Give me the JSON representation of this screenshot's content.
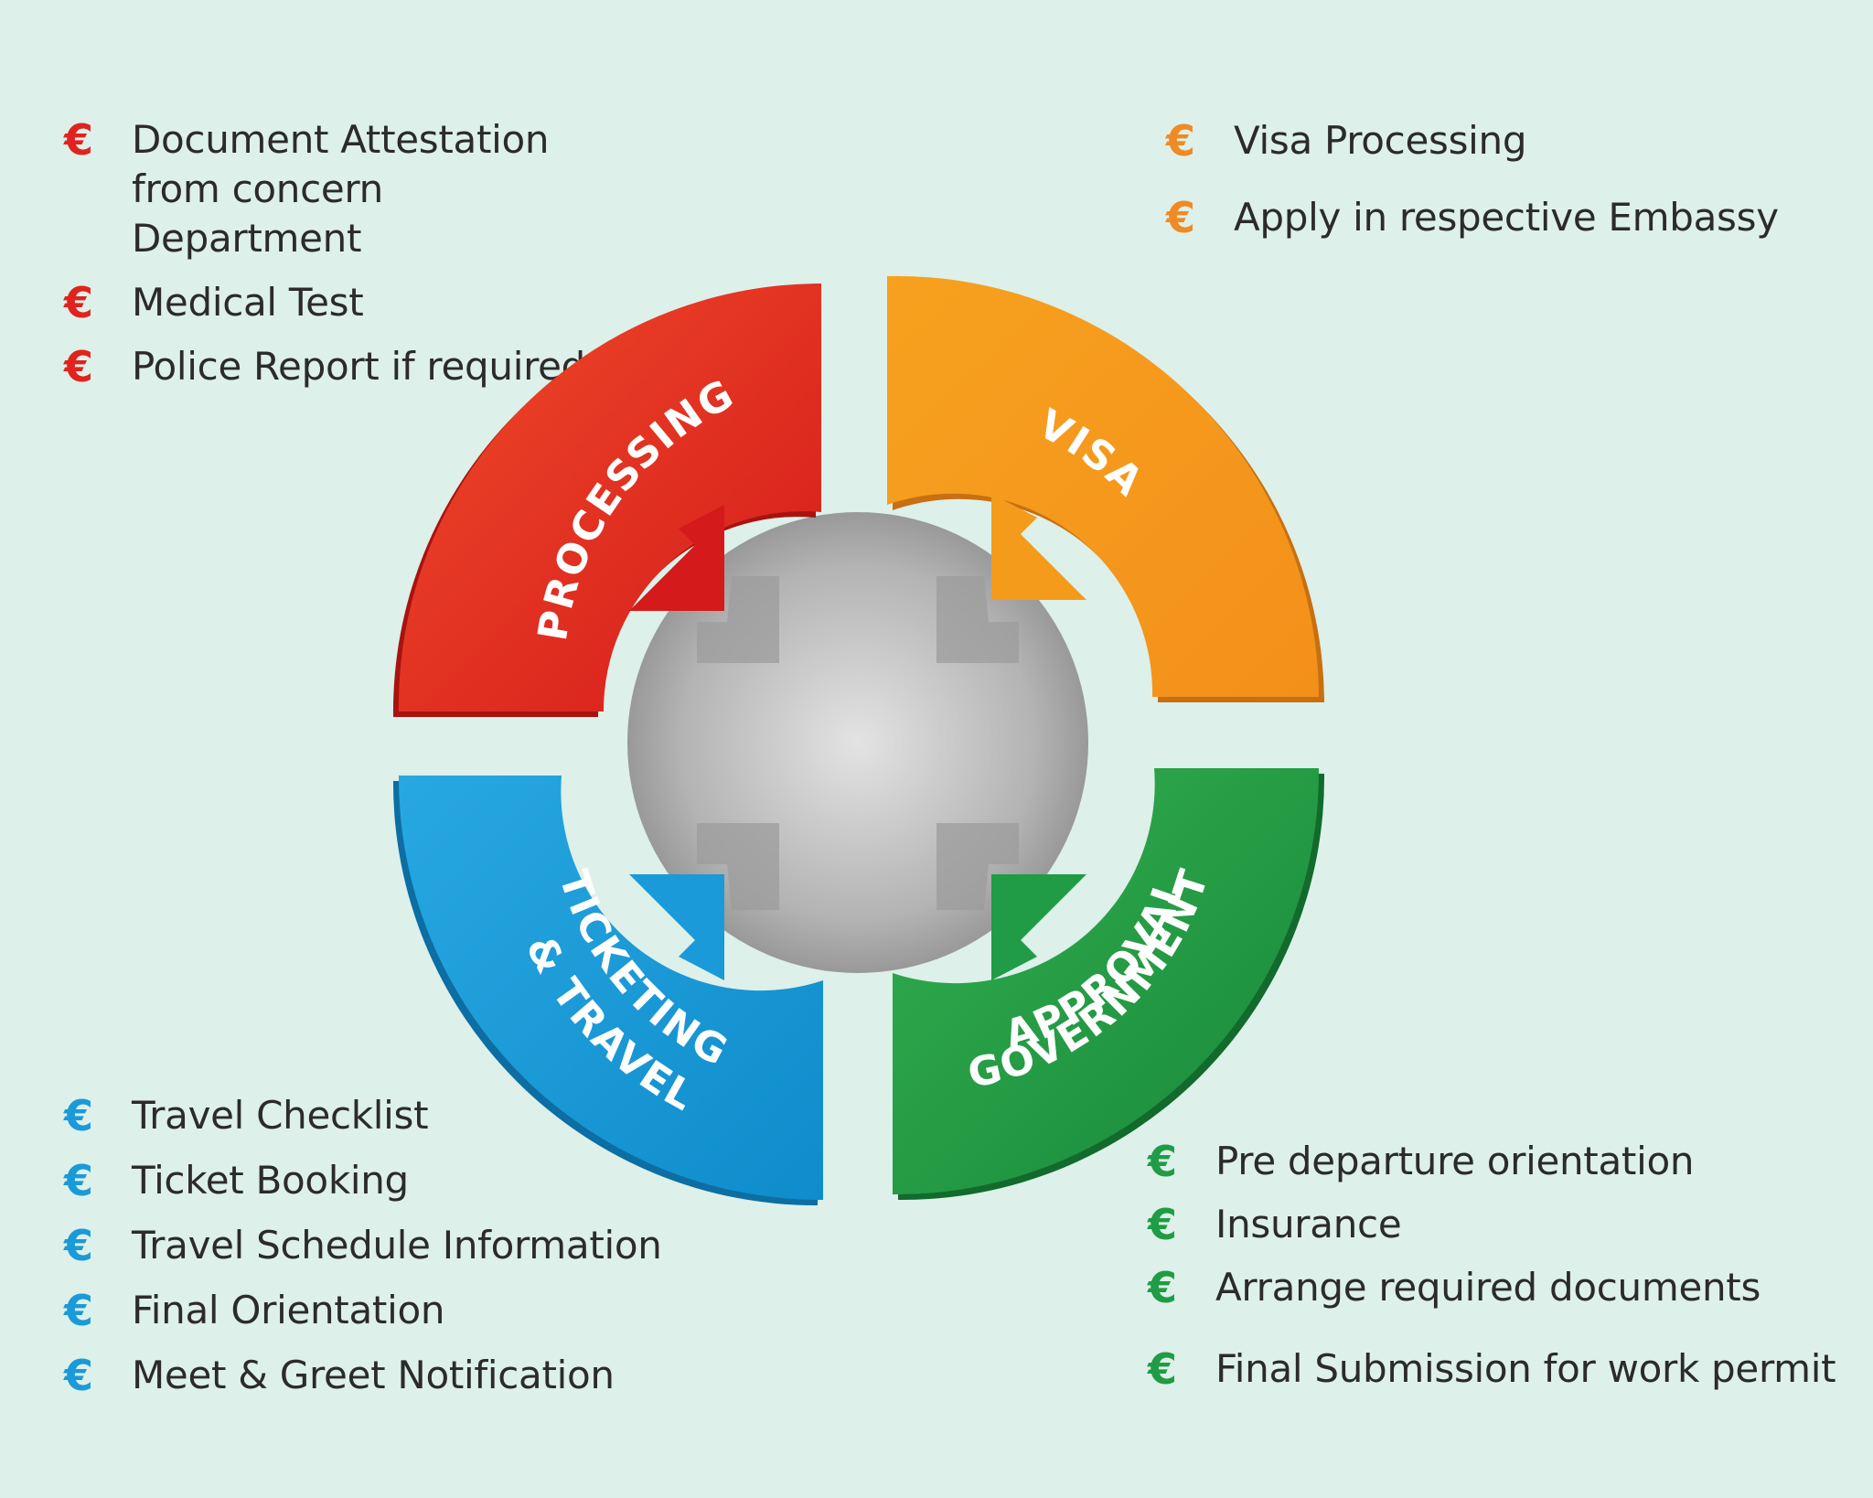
{
  "processing": {
    "title": "PROCESSING",
    "color": "#e3231f",
    "items": [
      "Document Attestation from concern Department",
      "Medical Test",
      "Police Report if required"
    ]
  },
  "visa": {
    "title": "VISA",
    "color": "#f59b1c",
    "items": [
      "Visa Processing",
      "Apply in respective Embassy"
    ]
  },
  "ticketing": {
    "title_line1": "TICKETING",
    "title_line2": "& TRAVEL",
    "color": "#1a9ad9",
    "items": [
      "Travel Checklist",
      "Ticket Booking",
      "Travel Schedule Information",
      "Final Orientation",
      "Meet & Greet Notification"
    ]
  },
  "government": {
    "title_line1": "GOVERNMENT",
    "title_line2": "APPROVAL",
    "color": "#1f9c45",
    "items": [
      "Pre departure orientation",
      "Insurance",
      "Arrange required documents",
      "Final Submission for work permit"
    ]
  },
  "bullet_symbol": "€",
  "hub_color": "#b9b9b9"
}
